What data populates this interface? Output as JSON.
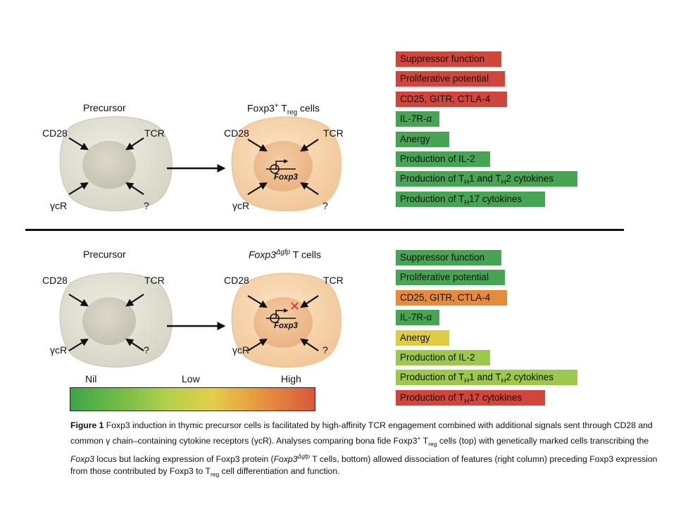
{
  "top_panel": {
    "precursor": {
      "title": "Precursor",
      "labels": {
        "cd28": "CD28",
        "tcr": "TCR",
        "gcr": "γcR",
        "unknown": "?"
      }
    },
    "treg": {
      "title_main": "Foxp3",
      "title_sup": "+",
      "title_t": " T",
      "title_sub": "reg",
      "title_end": " cells",
      "gene": "Foxp3",
      "labels": {
        "cd28": "CD28",
        "tcr": "TCR",
        "gcr": "γcR",
        "unknown": "?"
      }
    },
    "features": [
      {
        "text": "Suppressor function",
        "level": "high",
        "color": "#d2453a"
      },
      {
        "text": "Proliferative potential",
        "level": "high",
        "color": "#d2453a"
      },
      {
        "text": "CD25, GITR, CTLA-4",
        "level": "high",
        "color": "#d2453a"
      },
      {
        "text": "IL-7R-α",
        "level": "nil",
        "color": "#45a552"
      },
      {
        "text": "Anergy",
        "level": "nil",
        "color": "#45a552"
      },
      {
        "text": "Production of IL-2",
        "level": "nil",
        "color": "#45a552"
      },
      {
        "text_pre": "Production of T",
        "sub1": "H",
        "text_mid": "1 and T",
        "sub2": "H",
        "text_post": "2 cytokines",
        "level": "nil",
        "color": "#45a552"
      },
      {
        "text_pre": "Production of T",
        "sub1": "H",
        "text_post": "17 cytokines",
        "level": "nil",
        "color": "#45a552"
      }
    ]
  },
  "bottom_panel": {
    "precursor": {
      "title": "Precursor",
      "labels": {
        "cd28": "CD28",
        "tcr": "TCR",
        "gcr": "γcR",
        "unknown": "?"
      }
    },
    "delta": {
      "title_main": "Foxp3",
      "title_sup": "Δgfp",
      "title_end": " T cells",
      "gene": "Foxp3",
      "labels": {
        "cd28": "CD28",
        "tcr": "TCR",
        "gcr": "γcR",
        "unknown": "?"
      }
    },
    "features": [
      {
        "text": "Suppressor function",
        "level": "nil",
        "color": "#45a552"
      },
      {
        "text": "Proliferative potential",
        "level": "nil",
        "color": "#45a552"
      },
      {
        "text": "CD25, GITR, CTLA-4",
        "level": "medium-high",
        "color": "#e58c3c"
      },
      {
        "text": "IL-7R-α",
        "level": "nil",
        "color": "#45a552"
      },
      {
        "text": "Anergy",
        "level": "medium",
        "color": "#e0cc44"
      },
      {
        "text": "Production of IL-2",
        "level": "low",
        "color": "#9cc84c"
      },
      {
        "text_pre": "Production of T",
        "sub1": "H",
        "text_mid": "1 and T",
        "sub2": "H",
        "text_post": "2 cytokines",
        "level": "low",
        "color": "#9cc84c"
      },
      {
        "text_pre": "Production of T",
        "sub1": "H",
        "text_post": "17 cytokines",
        "level": "high",
        "color": "#d2453a"
      }
    ]
  },
  "scale": {
    "nil": "Nil",
    "low": "Low",
    "high": "High"
  },
  "caption": {
    "label": "Figure 1",
    "s1": "  Foxp3 induction in thymic precursor cells is facilitated by high-affinity TCR engagement combined with additional signals sent through CD28 and common ",
    "s2": "γ",
    "s3": " chain–containing cytokine receptors (γcR). Analyses comparing bona fide Foxp3",
    "s3_sup": "+",
    "s4": " T",
    "s4_sub": "reg",
    "s5": " cells (top) with genetically marked cells transcribing the ",
    "s6_it": "Foxp3",
    "s7": " locus but lacking expression of Foxp3 protein (",
    "s8_it": "Foxp3",
    "s8_sup": "Δgfp",
    "s9": " T cells, bottom) allowed dissociation of features (right column) preceding Foxp3 expression from those contributed by Foxp3 to T",
    "s9_sub": "reg",
    "s10": " cell differentiation and function."
  },
  "colors": {
    "precursor_outer": "#e3e1d5",
    "precursor_inner": "#d3d0c2",
    "treg_outer": "#f6d6ae",
    "treg_inner": "#f0c192",
    "red_x": "#d2453a"
  }
}
